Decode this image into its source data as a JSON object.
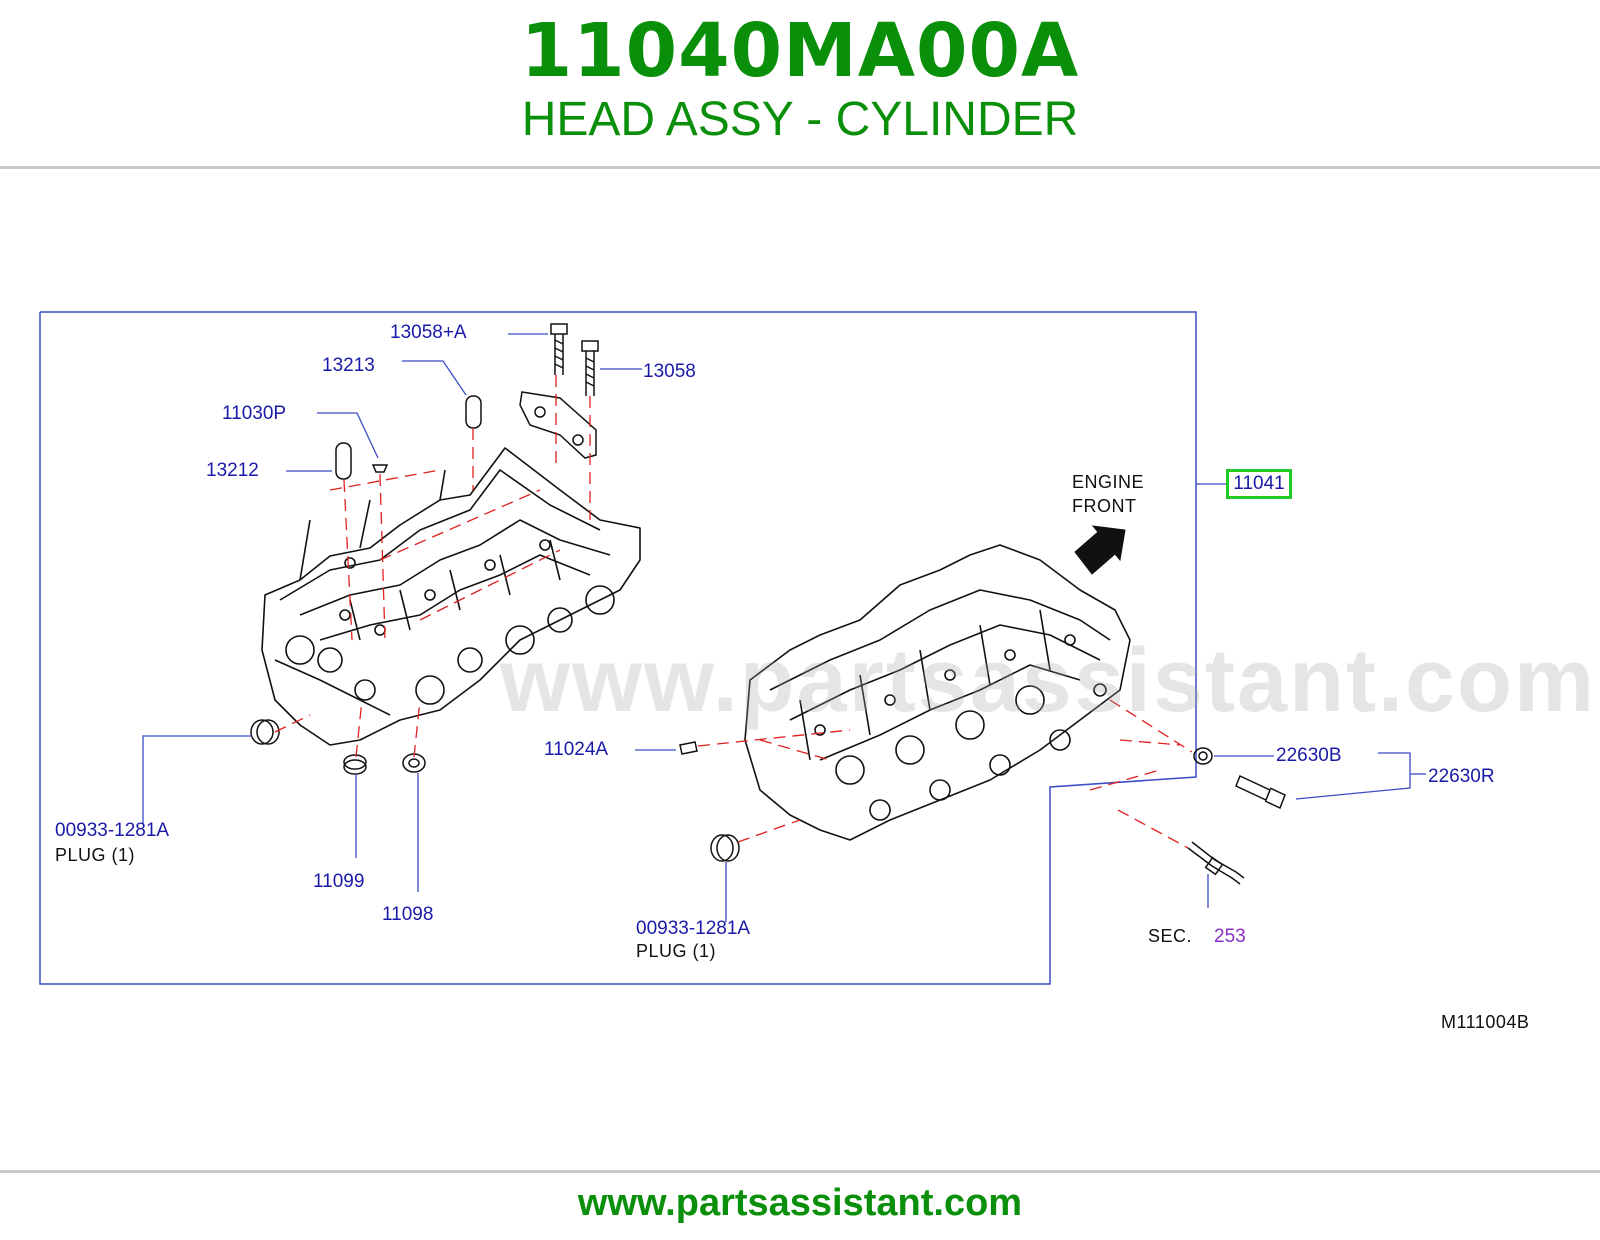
{
  "header": {
    "part_number": "11040MA00A",
    "part_name": "HEAD ASSY - CYLINDER"
  },
  "footer": {
    "url": "www.partsassistant.com"
  },
  "watermark": "www.partsassistant.com",
  "diagram": {
    "code": "M111004B",
    "engine_front": [
      "ENGINE",
      "FRONT"
    ],
    "highlighted_part": "11041",
    "callouts": {
      "c13058a": "13058+A",
      "c13213": "13213",
      "c13058": "13058",
      "c11030p": "11030P",
      "c13212": "13212",
      "c11024a": "11024A",
      "c22630b": "22630B",
      "c22630r": "22630R",
      "c00933_left": "00933-1281A",
      "plug_left": "PLUG   (1)",
      "c11099": "11099",
      "c11098": "11098",
      "c00933_center": "00933-1281A",
      "plug_center": "PLUG   (1)",
      "sec_label": "SEC.",
      "sec_number": "253"
    }
  },
  "colors": {
    "title_green": "#0a8f0a",
    "callout_blue": "#1a1aa8",
    "highlight_green": "#22cc22",
    "sec_purple": "#8a2fc9",
    "leader_red": "#e02020"
  }
}
